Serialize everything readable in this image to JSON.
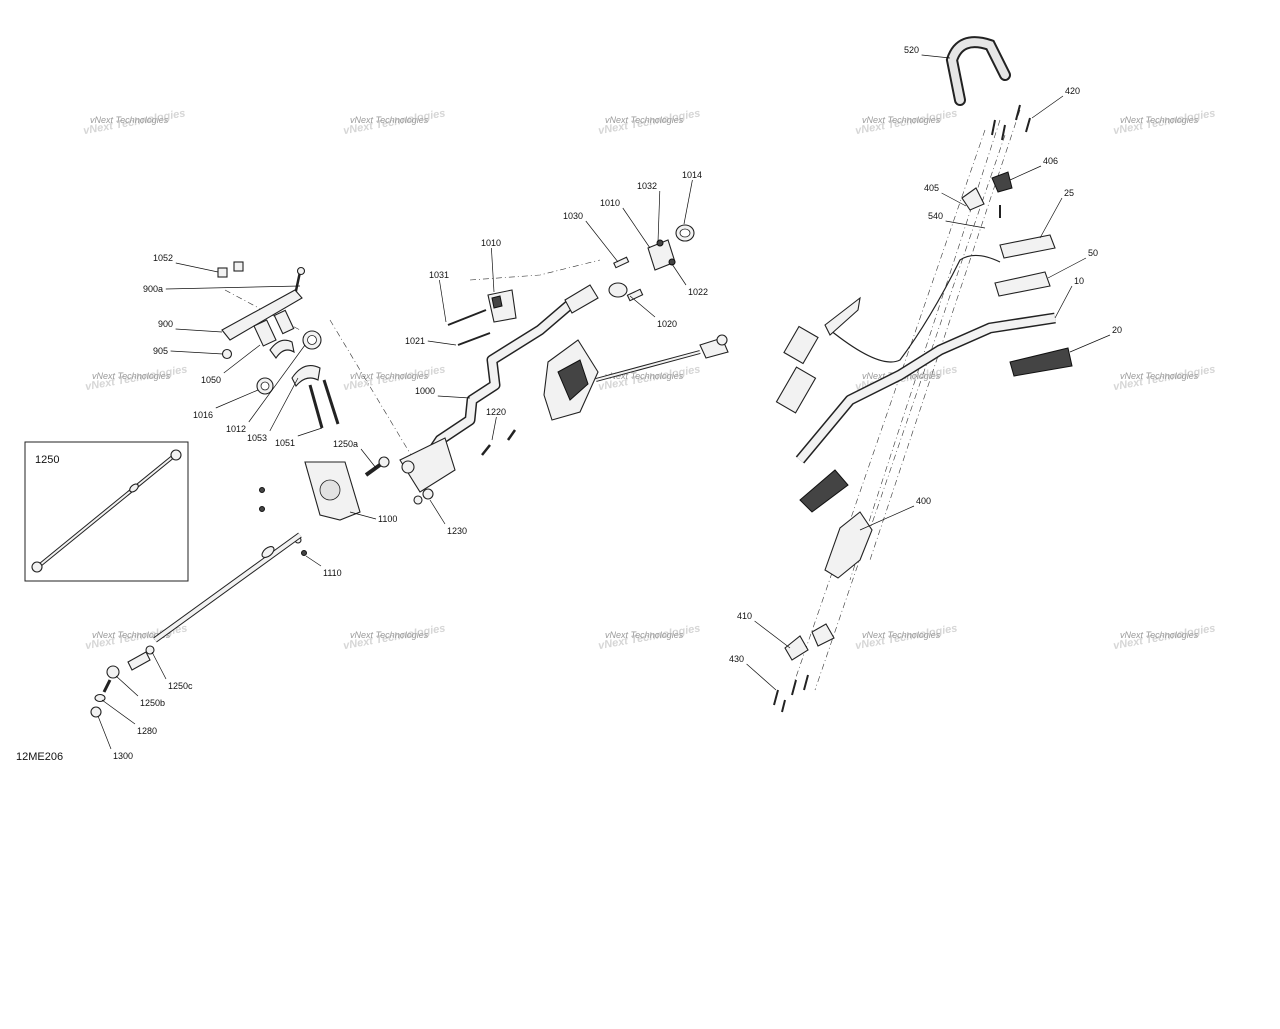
{
  "diagram_code": "12ME206",
  "watermark_text": "vNext Technologies",
  "inset_label": "1250",
  "callouts": [
    {
      "id": "c520",
      "text": "520"
    },
    {
      "id": "c420",
      "text": "420"
    },
    {
      "id": "c406",
      "text": "406"
    },
    {
      "id": "c405",
      "text": "405"
    },
    {
      "id": "c540",
      "text": "540"
    },
    {
      "id": "c25",
      "text": "25"
    },
    {
      "id": "c50",
      "text": "50"
    },
    {
      "id": "c10",
      "text": "10"
    },
    {
      "id": "c20",
      "text": "20"
    },
    {
      "id": "c400",
      "text": "400"
    },
    {
      "id": "c410",
      "text": "410"
    },
    {
      "id": "c430",
      "text": "430"
    },
    {
      "id": "c1014",
      "text": "1014"
    },
    {
      "id": "c1032",
      "text": "1032"
    },
    {
      "id": "c1010a",
      "text": "1010"
    },
    {
      "id": "c1030",
      "text": "1030"
    },
    {
      "id": "c1010b",
      "text": "1010"
    },
    {
      "id": "c1022",
      "text": "1022"
    },
    {
      "id": "c1031",
      "text": "1031"
    },
    {
      "id": "c1020",
      "text": "1020"
    },
    {
      "id": "c1021",
      "text": "1021"
    },
    {
      "id": "c1000",
      "text": "1000"
    },
    {
      "id": "c1220",
      "text": "1220"
    },
    {
      "id": "c1230",
      "text": "1230"
    },
    {
      "id": "c1052",
      "text": "1052"
    },
    {
      "id": "c900a",
      "text": "900a"
    },
    {
      "id": "c900",
      "text": "900"
    },
    {
      "id": "c905",
      "text": "905"
    },
    {
      "id": "c1050",
      "text": "1050"
    },
    {
      "id": "c1016",
      "text": "1016"
    },
    {
      "id": "c1012",
      "text": "1012"
    },
    {
      "id": "c1053",
      "text": "1053"
    },
    {
      "id": "c1051",
      "text": "1051"
    },
    {
      "id": "c1250a",
      "text": "1250a"
    },
    {
      "id": "c1100",
      "text": "1100"
    },
    {
      "id": "c1110",
      "text": "1110"
    },
    {
      "id": "c1250c",
      "text": "1250c"
    },
    {
      "id": "c1250b",
      "text": "1250b"
    },
    {
      "id": "c1280",
      "text": "1280"
    },
    {
      "id": "c1300",
      "text": "1300"
    }
  ]
}
